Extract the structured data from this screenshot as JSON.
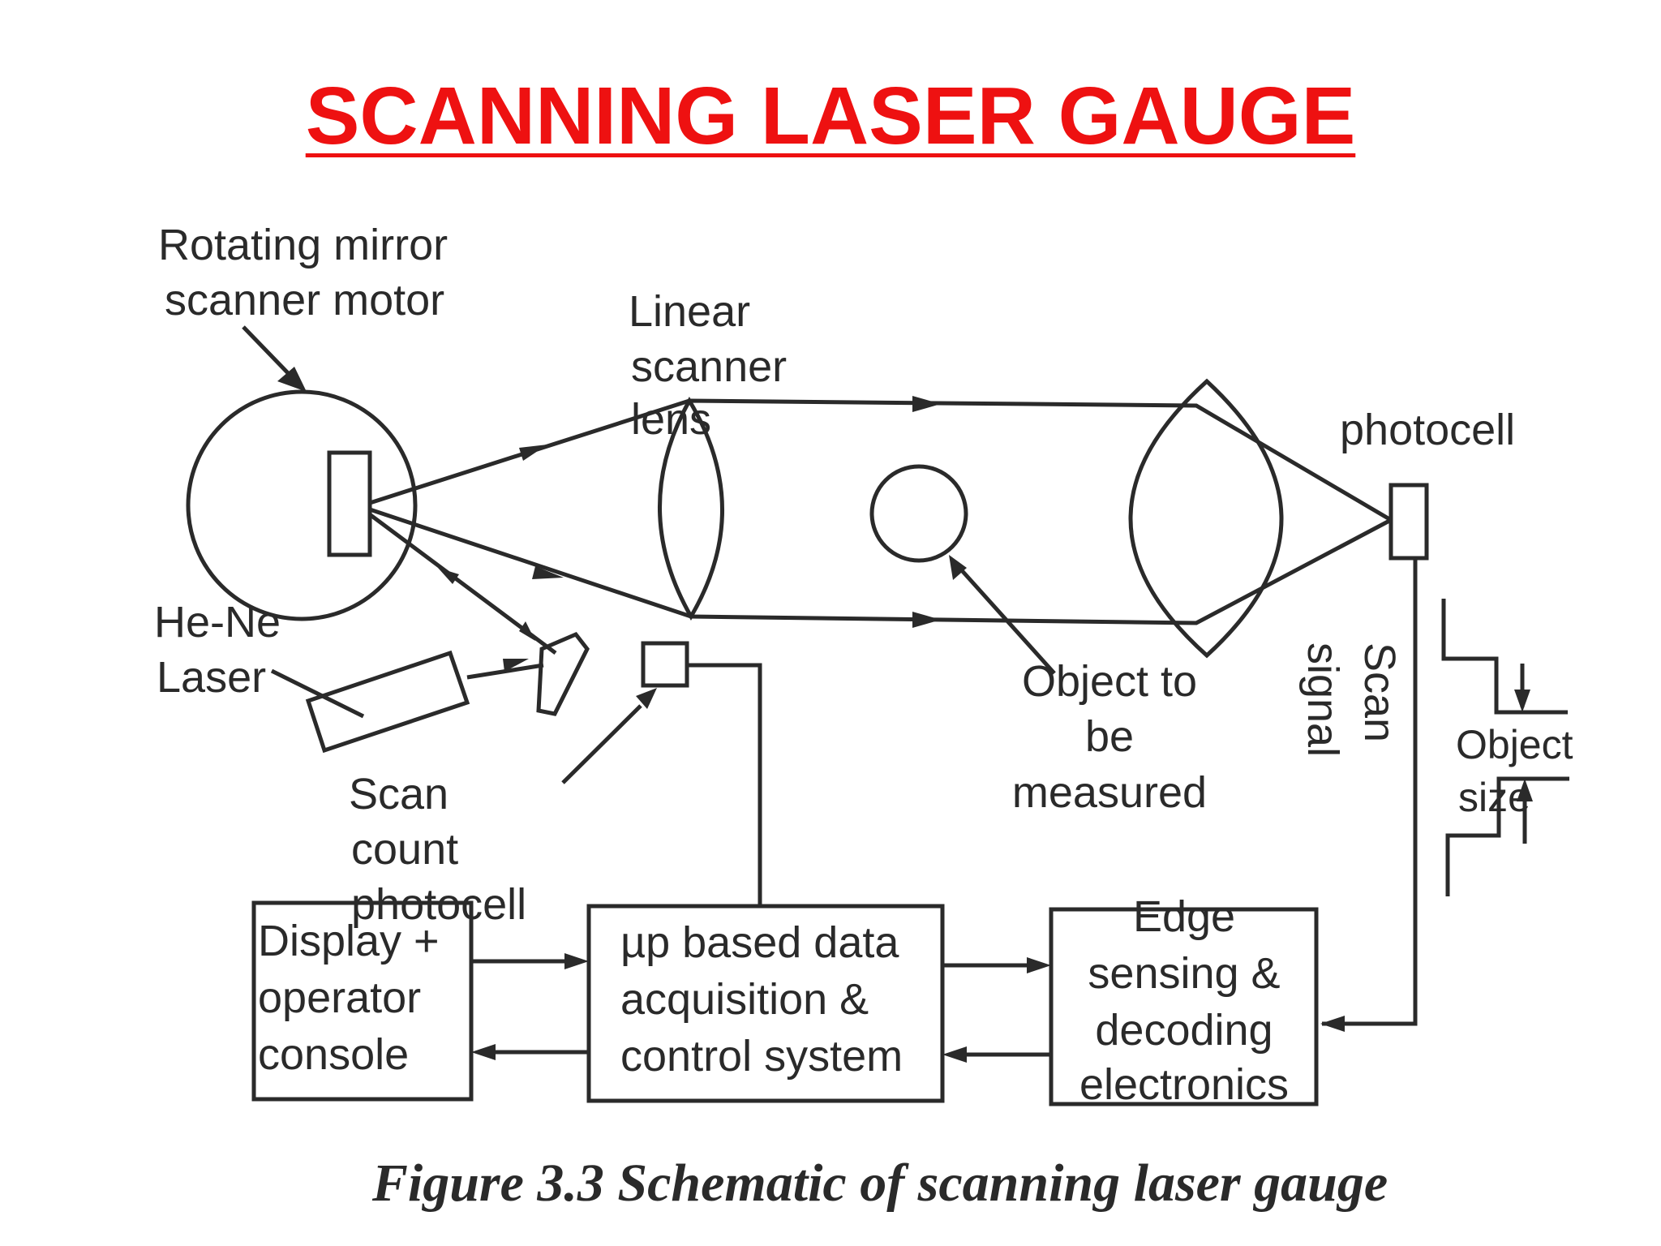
{
  "title": "SCANNING LASER GAUGE",
  "labels": {
    "motor": [
      "Rotating mirror",
      "scanner motor"
    ],
    "lens": [
      "Linear",
      "scanner",
      "lens"
    ],
    "photocell": "photocell",
    "laser": [
      "He-Ne",
      "Laser"
    ],
    "count": [
      "Scan",
      "count",
      "photocell"
    ],
    "object": [
      "Object to",
      "be",
      "measured"
    ],
    "scan_signal": [
      "Scan",
      "signal"
    ],
    "object_size": [
      "Object",
      "size"
    ]
  },
  "boxes": {
    "display": [
      "Display +",
      "operator",
      "console"
    ],
    "daq": [
      "µp based data",
      "acquisition &",
      "control system"
    ],
    "edge": [
      "Edge",
      "sensing &",
      "decoding",
      "electronics"
    ]
  },
  "caption": "Figure 3.3 Schematic of scanning laser gauge",
  "colors": {
    "title": "#ee1111",
    "ink": "#2a2a2a"
  }
}
